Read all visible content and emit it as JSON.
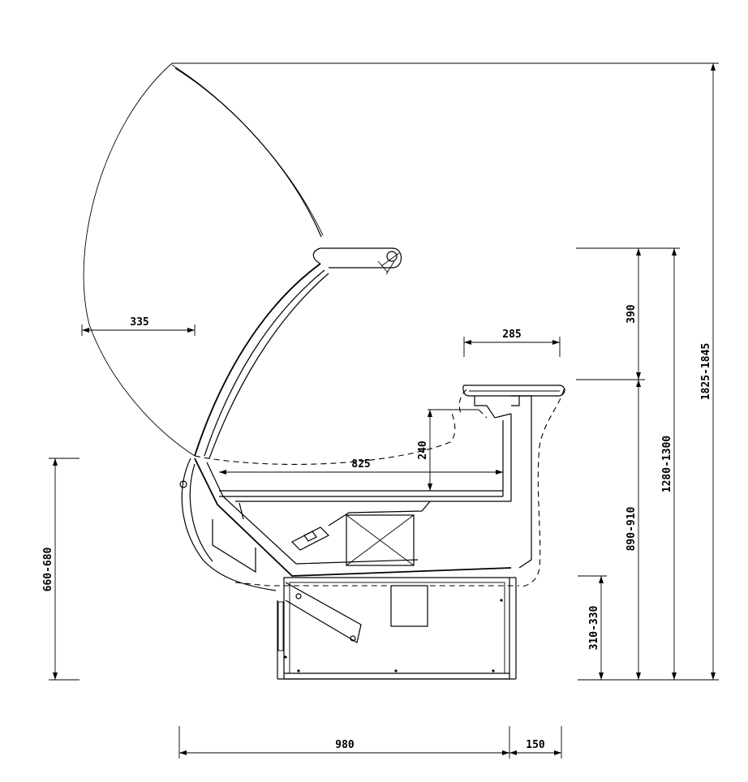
{
  "dimensions": {
    "d335": "335",
    "d285": "285",
    "d825": "825",
    "d240": "240",
    "d390": "390",
    "d890_910": "890-910",
    "d1280_1300": "1280-1300",
    "d1825_1845": "1825-1845",
    "d660_680": "660-680",
    "d310_330": "310-330",
    "d980": "980",
    "d150": "150"
  }
}
